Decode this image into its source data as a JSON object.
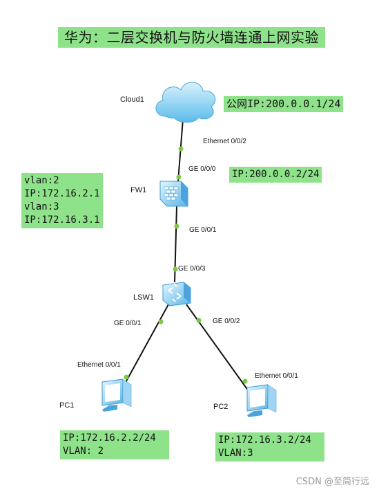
{
  "title": "华为：二层交换机与防火墙连通上网实验",
  "devices": {
    "cloud": "Cloud1",
    "fw": "FW1",
    "lsw": "LSW1",
    "pc1": "PC1",
    "pc2": "PC2"
  },
  "ports": {
    "cloud_eth": "Ethernet 0/0/2",
    "fw_up": "GE 0/0/0",
    "fw_down": "GE 0/0/1",
    "lsw_up": "GE 0/0/3",
    "lsw_left": "GE 0/0/1",
    "lsw_right": "GE 0/0/2",
    "pc1_eth": "Ethernet 0/0/1",
    "pc2_eth": "Ethernet 0/0/1"
  },
  "notes": {
    "public": "公网IP:200.0.0.1/24",
    "fw_ip": "IP:200.0.0.2/24",
    "vlan_lines": [
      "vlan:2",
      "IP:172.16.2.1",
      "vlan:3",
      "IP:172.16.3.1"
    ],
    "pc1_lines": [
      "IP:172.16.2.2/24",
      "VLAN: 2"
    ],
    "pc2_lines": [
      "IP:172.16.3.2/24",
      "VLAN:3"
    ]
  },
  "colors": {
    "note_bg": "#8ee38a",
    "port_dot": "#7ac943",
    "device_blue": "#6ec6ef"
  },
  "watermark": "CSDN @至简行远"
}
